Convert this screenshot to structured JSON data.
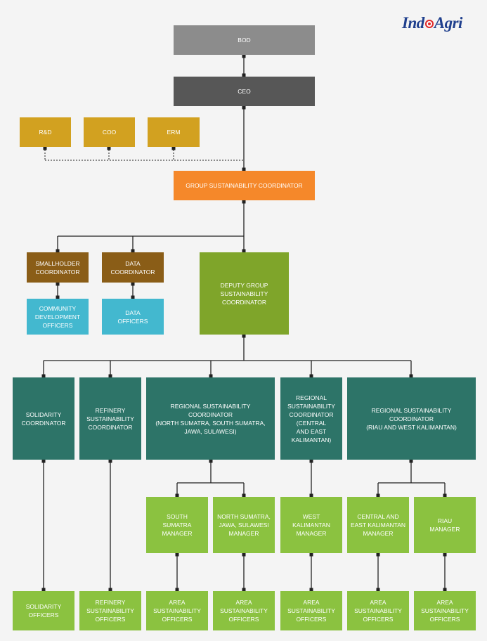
{
  "logo": {
    "left": "Ind",
    "right": "Agri",
    "accent": "#e02b2b",
    "color": "#1f3f8d"
  },
  "colors": {
    "board": "#8c8c8c",
    "ceo": "#575757",
    "support": "#d2a120",
    "group": "#f5882a",
    "coordinator_brown": "#8a5d17",
    "officer_cyan": "#43b8cf",
    "deputy": "#7fa52a",
    "regional_teal": "#2d7468",
    "manager_lime": "#8bc240"
  },
  "nodes": {
    "bod": "BOD",
    "ceo": "CEO",
    "rnd": "R&D",
    "coo": "COO",
    "erm": "ERM",
    "group_coord": "GROUP SUSTAINABILITY COORDINATOR",
    "smallholder": "SMALLHOLDER\nCOORDINATOR",
    "data_coord": "DATA\nCOORDINATOR",
    "deputy": "DEPUTY GROUP\nSUSTAINABILITY\nCOORDINATOR",
    "community": "COMMUNITY\nDEVELOPMENT\nOFFICERS",
    "data_officers": "DATA\nOFFICERS",
    "solidarity_coord": "SOLIDARITY\nCOORDINATOR",
    "refinery_coord": "REFINERY\nSUSTAINABILITY\nCOORDINATOR",
    "regional_1": "REGIONAL SUSTAINABILITY\nCOORDINATOR\n(NORTH SUMATRA, SOUTH SUMATRA,\nJAWA, SULAWESI)",
    "regional_2": "REGIONAL\nSUSTAINABILITY\nCOORDINATOR\n(CENTRAL\nAND EAST\nKALIMANTAN)",
    "regional_3": "REGIONAL SUSTAINABILITY\nCOORDINATOR\n(RIAU AND WEST KALIMANTAN)",
    "south_sumatra_mgr": "SOUTH\nSUMATRA\nMANAGER",
    "north_sumatra_mgr": "NORTH SUMATRA,\nJAWA, SULAWESI\nMANAGER",
    "west_kal_mgr": "WEST\nKALIMANTAN\nMANAGER",
    "central_east_mgr": "CENTRAL AND\nEAST KALIMANTAN\nMANAGER",
    "riau_mgr": "RIAU\nMANAGER",
    "solidarity_off": "SOLIDARITY\nOFFICERS",
    "refinery_off": "REFINERY\nSUSTAINABILITY\nOFFICERS",
    "area_off_1": "AREA\nSUSTAINABILITY\nOFFICERS",
    "area_off_2": "AREA\nSUSTAINABILITY\nOFFICERS",
    "area_off_3": "AREA\nSUSTAINABILITY\nOFFICERS",
    "area_off_4": "AREA\nSUSTAINABILITY\nOFFICERS",
    "area_off_5": "AREA\nSUSTAINABILITY\nOFFICERS"
  }
}
